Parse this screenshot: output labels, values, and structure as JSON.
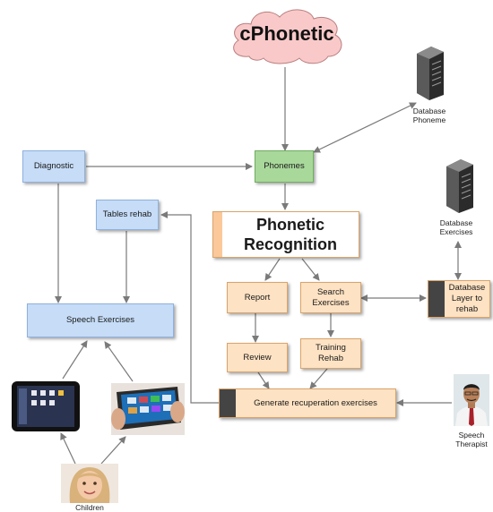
{
  "cloud": {
    "label": "cPhonetic",
    "fill": "#f9c9c9"
  },
  "db_phoneme": {
    "label_line1": "Database",
    "label_line2": "Phoneme"
  },
  "db_exercises": {
    "label_line1": "Database",
    "label_line2": "Exercises"
  },
  "nodes": {
    "diagnostic": "Diagnostic",
    "phonemes": "Phonemes",
    "tables_rehab": "Tables rehab",
    "phonetic_recognition_line1": "Phonetic",
    "phonetic_recognition_line2": "Recognition",
    "report": "Report",
    "search_exercises_line1": "Search",
    "search_exercises_line2": "Exercises",
    "database_layer_line1": "Database",
    "database_layer_line2": "Layer to",
    "database_layer_line3": "rehab",
    "speech_exercises": "Speech Exercises",
    "review": "Review",
    "training_rehab_line1": "Training",
    "training_rehab_line2": "Rehab",
    "generate": "Generate recuperation exercises"
  },
  "people": {
    "therapist_line1": "Speech",
    "therapist_line2": "Therapist",
    "children": "Children"
  },
  "colors": {
    "blue": "#c6dcf7",
    "green": "#a9d89b",
    "orange": "#fde2c3",
    "arrow": "#7a7a7a"
  }
}
